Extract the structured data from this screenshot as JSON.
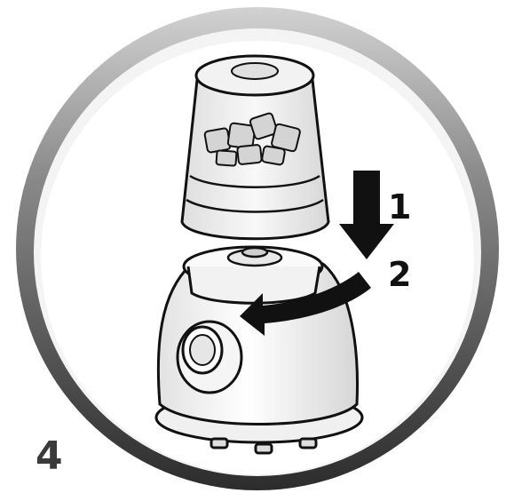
{
  "step": {
    "number": "4"
  },
  "actions": {
    "push_down_label": "1",
    "rotate_label": "2"
  },
  "colors": {
    "ring_dark": "#3b3b3b",
    "ring_light": "#c8c8c8",
    "outline": "#111111",
    "cube_fill": "#d6d6d6",
    "cup_fill": "#efefef"
  },
  "icons": {
    "push_down": "arrow-down-icon",
    "rotate": "curved-arrow-left-icon"
  }
}
